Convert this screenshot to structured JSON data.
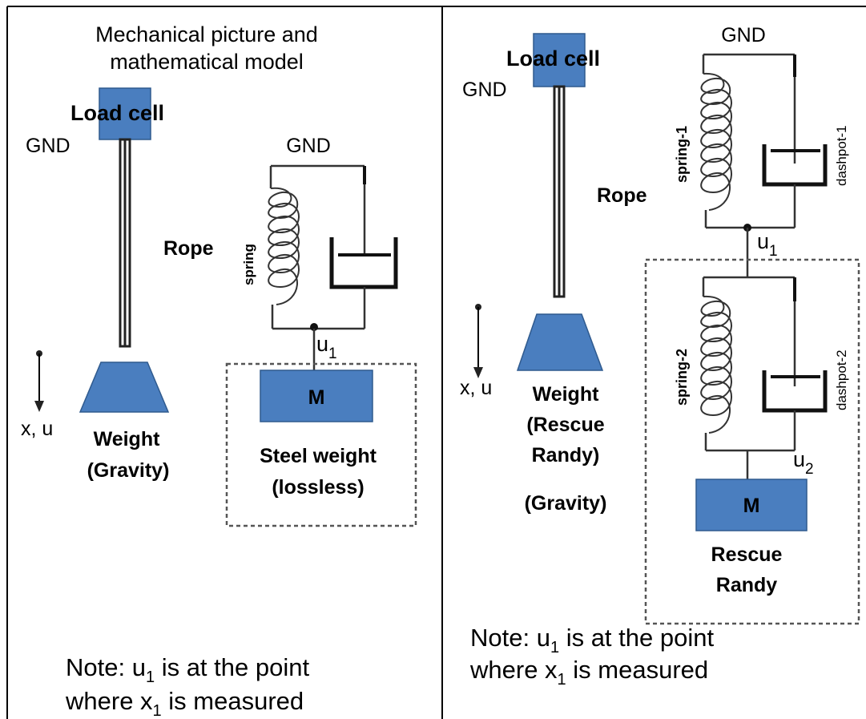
{
  "left_panel": {
    "title_line1": "Mechanical picture and",
    "title_line2": "mathematical model",
    "load_cell": "Load cell",
    "gnd_left": "GND",
    "gnd_model": "GND",
    "rope": "Rope",
    "spring": "spring",
    "u1": "u",
    "u1_sub": "1",
    "x_u": "x, u",
    "weight": "Weight",
    "gravity": "(Gravity)",
    "mass": "M",
    "steel_weight": "Steel weight",
    "lossless": "(lossless)",
    "note_a": "Note: u",
    "note_a_sub": "1",
    "note_b": " is at the point",
    "note_c": "where x",
    "note_c_sub": "1",
    "note_d": " is measured"
  },
  "right_panel": {
    "gnd_top": "GND",
    "load_cell": "Load cell",
    "gnd_left": "GND",
    "rope": "Rope",
    "spring1": "spring-1",
    "dashpot1": "dashpot-1",
    "u1": "u",
    "u1_sub": "1",
    "spring2": "spring-2",
    "dashpot2": "dashpot-2",
    "u2": "u",
    "u2_sub": "2",
    "x_u": "x, u",
    "weight": "Weight",
    "rescue": "(Rescue",
    "randy": "Randy)",
    "gravity": "(Gravity)",
    "mass": "M",
    "rescue_randy_1": "Rescue",
    "rescue_randy_2": "Randy",
    "note_a": "Note: u",
    "note_a_sub": "1",
    "note_b": " is at the point",
    "note_c": "where x",
    "note_c_sub": "1",
    "note_d": " is measured"
  },
  "colors": {
    "block": "#4a7ebf",
    "block_border": "#2f5a8e",
    "line": "#333333"
  }
}
